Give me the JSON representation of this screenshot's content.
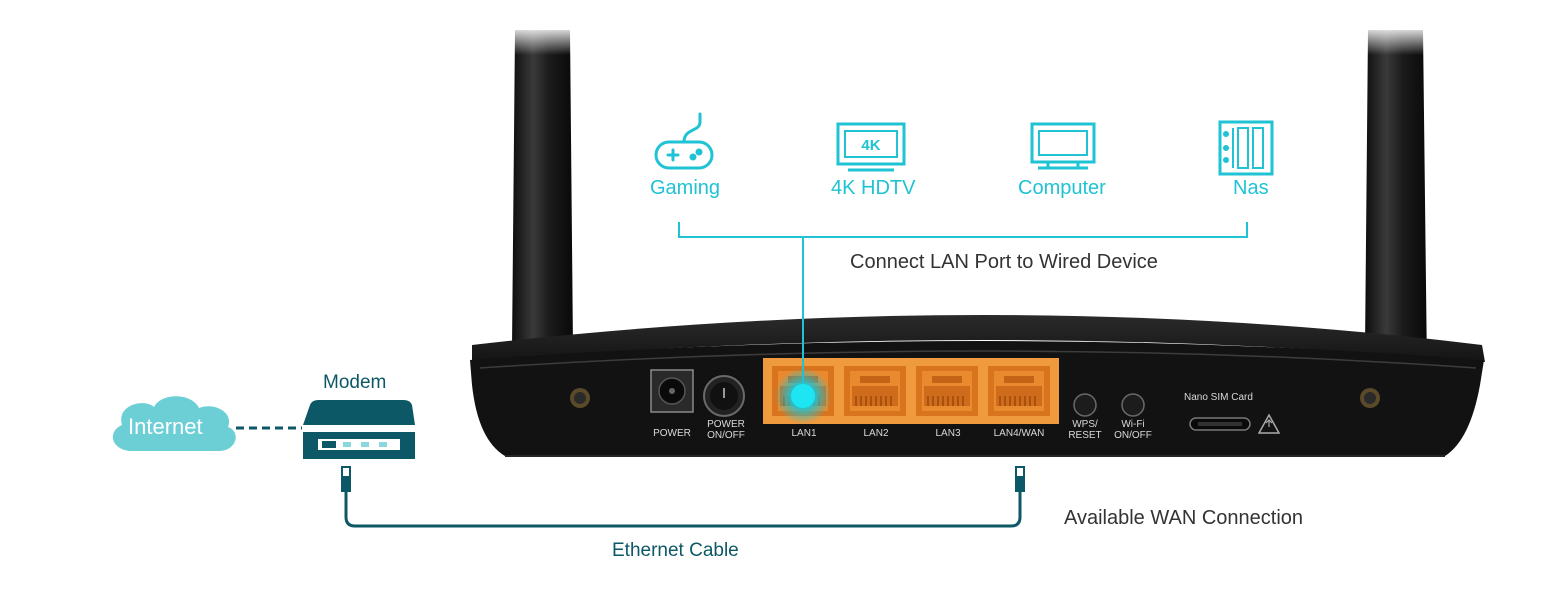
{
  "devices": {
    "gaming": {
      "label": "Gaming",
      "icon": "gamepad-icon"
    },
    "hdtv": {
      "label": "4K HDTV",
      "icon": "tv-4k-icon",
      "screen_text": "4K"
    },
    "computer": {
      "label": "Computer",
      "icon": "monitor-icon"
    },
    "nas": {
      "label": "Nas",
      "icon": "nas-icon"
    }
  },
  "captions": {
    "lan": "Connect LAN Port to Wired Device",
    "wan": "Available WAN Connection",
    "cable": "Ethernet Cable"
  },
  "left": {
    "internet": "Internet",
    "modem": "Modem"
  },
  "router": {
    "power": "POWER",
    "power_onoff_1": "POWER",
    "power_onoff_2": "ON/OFF",
    "lan1": "LAN1",
    "lan2": "LAN2",
    "lan3": "LAN3",
    "lan4": "LAN4/WAN",
    "wps_1": "WPS/",
    "wps_2": "RESET",
    "wifi_1": "Wi-Fi",
    "wifi_2": "ON/OFF",
    "sim": "Nano SIM Card"
  },
  "colors": {
    "accent": "#1fc3d3",
    "modem": "#0d5866",
    "port_orange": "#e98a2e",
    "router_body": "#1a1a1a"
  }
}
